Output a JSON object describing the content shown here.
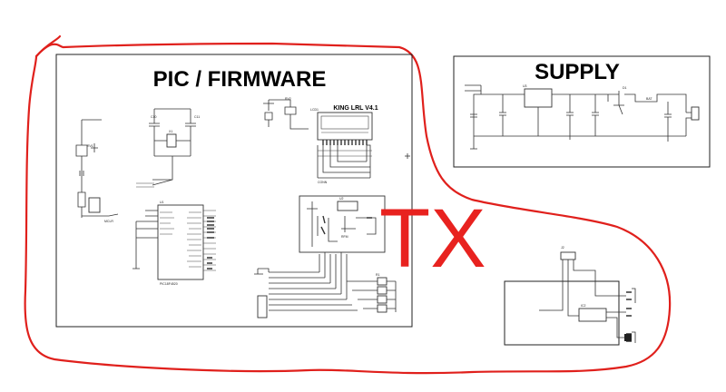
{
  "sections": {
    "pic_title": "PIC / FIRMWARE",
    "supply_title": "SUPPLY",
    "board_label": "KING LRL V4.1",
    "tx_label": "TX"
  },
  "colors": {
    "outline": "#e0201c",
    "tx_text": "#e8221f",
    "wires": "#333333",
    "background": "#ffffff"
  }
}
